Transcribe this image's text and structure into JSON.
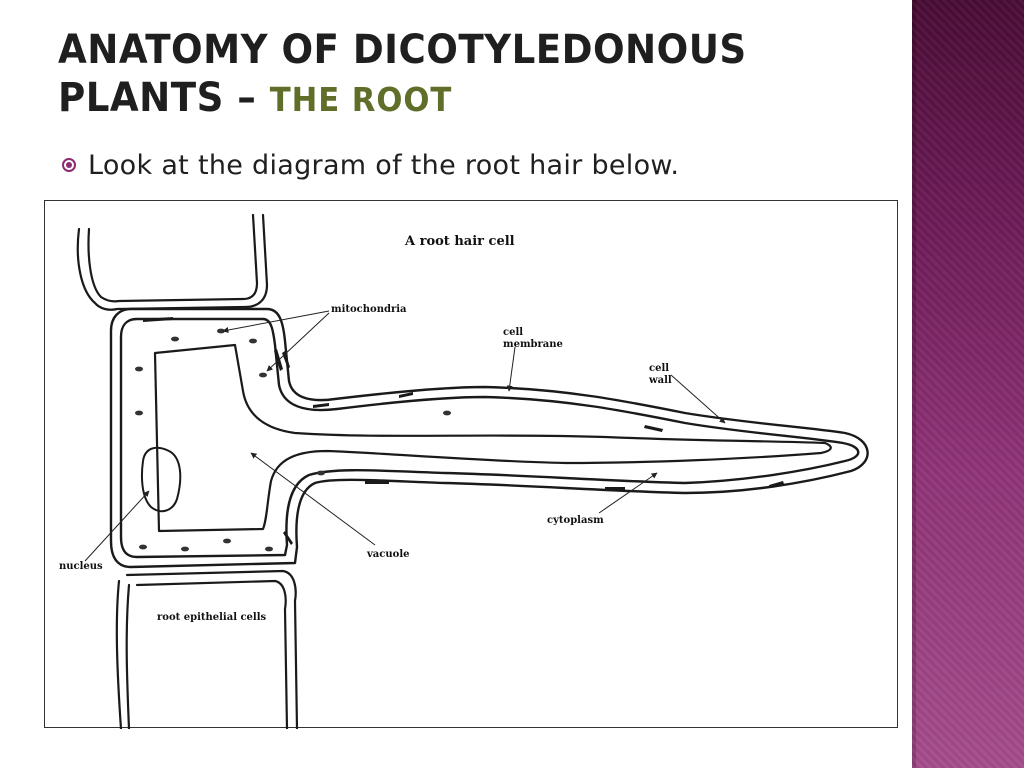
{
  "slide": {
    "title_main": "ANATOMY OF DICOTYLEDONOUS PLANTS –",
    "title_sub": "THE ROOT",
    "bullet": "Look at the diagram of the root hair below."
  },
  "diagram": {
    "title": "A root hair cell",
    "labels": {
      "mitochondria": "mitochondria",
      "cell_membrane_1": "cell",
      "cell_membrane_2": "membrane",
      "cell_wall_1": "cell",
      "cell_wall_2": "wall",
      "cytoplasm": "cytoplasm",
      "vacuole": "vacuole",
      "nucleus": "nucleus",
      "epithelial": "root epithelial cells"
    }
  },
  "colors": {
    "accent_bar": "#6e1c58",
    "title_text": "#1f1f1f",
    "subtitle_text": "#5f6f2a",
    "bullet": "#8e2a72"
  }
}
